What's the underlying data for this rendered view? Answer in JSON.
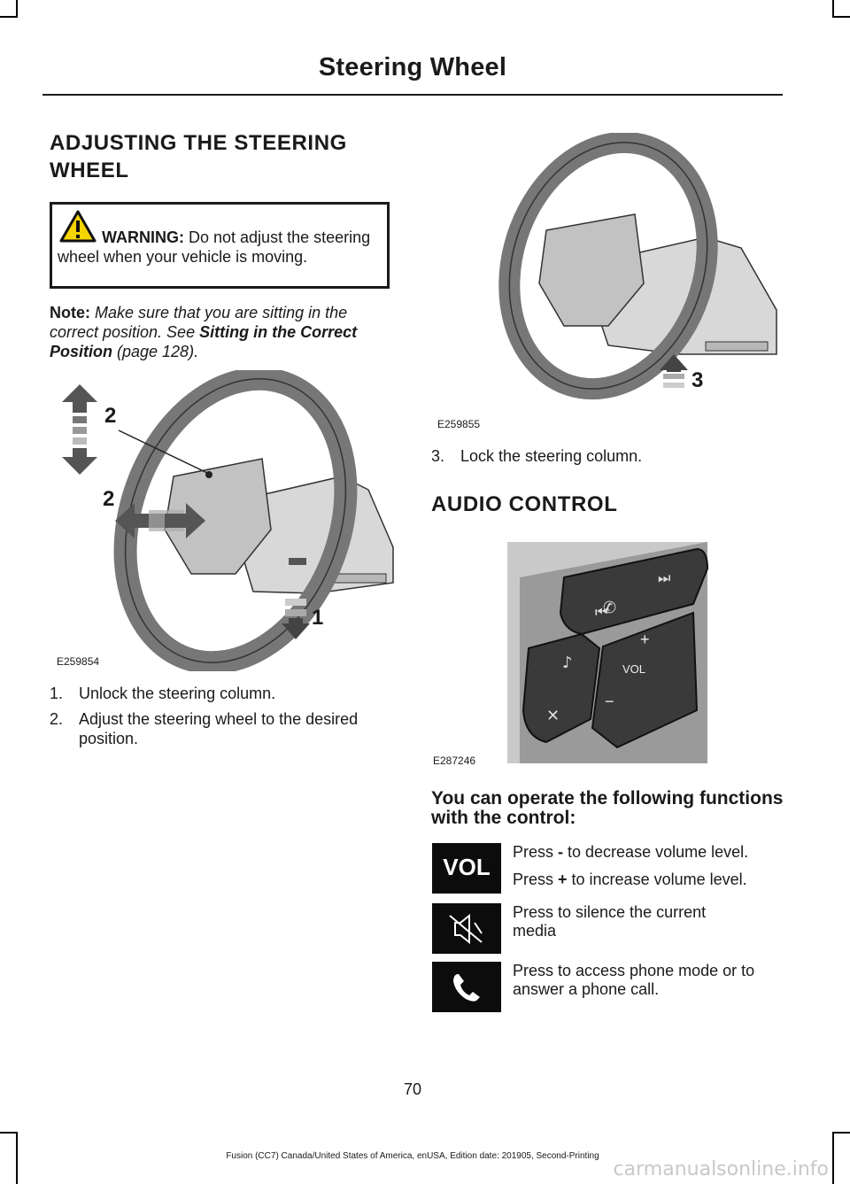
{
  "header": {
    "title": "Steering Wheel"
  },
  "sections": {
    "adjusting_title_line1": "ADJUSTING THE STEERING",
    "adjusting_title_line2": "WHEEL",
    "audio_title": "AUDIO CONTROL"
  },
  "warning": {
    "label": "WARNING:",
    "text": " Do not adjust the steering wheel when your vehicle is moving."
  },
  "note": {
    "label": "Note:",
    "text1": " Make sure that you are sitting in the correct position.  See ",
    "link": "Sitting in the Correct Position",
    "text2": " (page 128)."
  },
  "figures": {
    "fig1": {
      "code": "E259854",
      "callout_up": "2",
      "callout_side": "2",
      "callout_lock": "1"
    },
    "fig2": {
      "code": "E259855",
      "callout_lock": "3"
    },
    "fig3": {
      "code": "E287246",
      "vol_label": "VOL",
      "plus": "+",
      "minus": "−"
    }
  },
  "steps": [
    {
      "num": "1.",
      "text": "Unlock the steering column."
    },
    {
      "num": "2.",
      "text": "Adjust the steering wheel to the desired position."
    },
    {
      "num": "3.",
      "text": "Lock the steering column."
    }
  ],
  "functions": {
    "heading": "You can operate the following functions with the control:",
    "vol_icon_label": "VOL",
    "vol_decrease": {
      "pre": "Press ",
      "key": "-",
      "post": " to decrease volume level."
    },
    "vol_increase": {
      "pre": "Press ",
      "key": "+",
      "post": " to increase volume level."
    },
    "mute": "Press to silence the current media",
    "phone": "Press to access phone mode or to answer a phone call."
  },
  "page_number": "70",
  "footer_text": "Fusion (CC7) Canada/United States of America, enUSA, Edition date: 201905, Second-Printing",
  "watermark": "carmanualsonline.info"
}
